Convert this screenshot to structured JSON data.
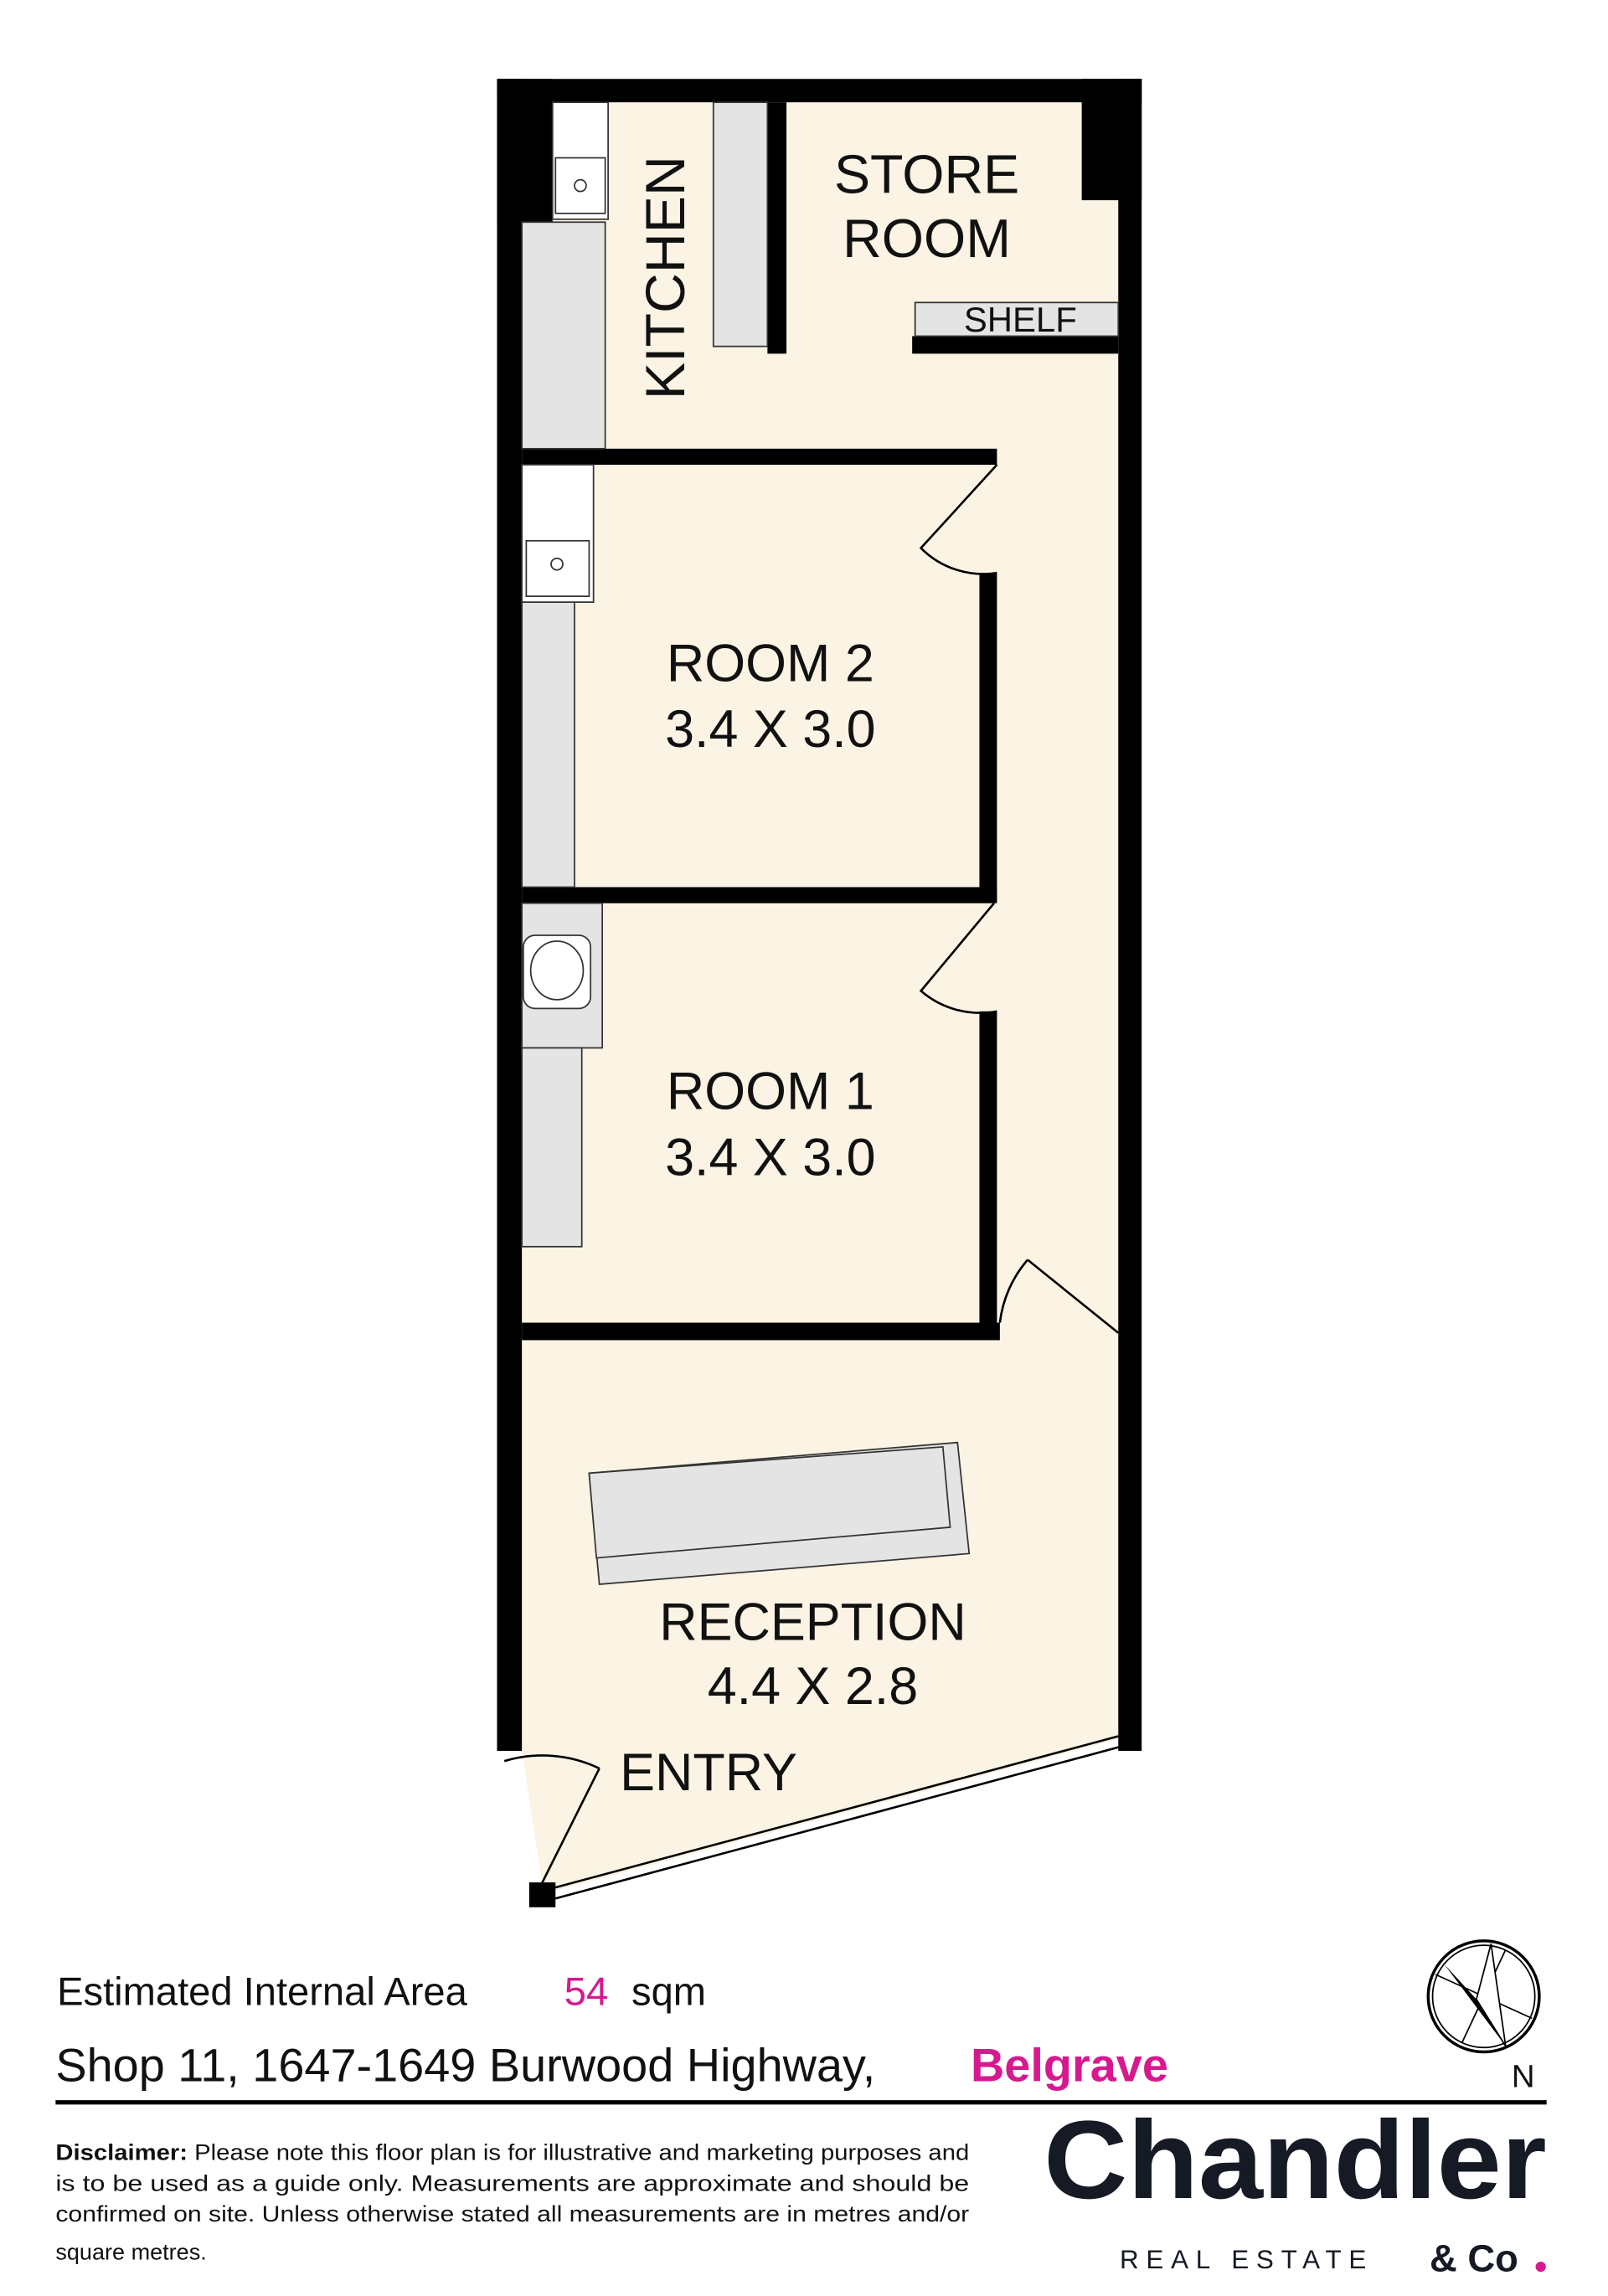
{
  "rooms": {
    "kitchen": {
      "name": "KITCHEN"
    },
    "store": {
      "line1": "STORE",
      "line2": "ROOM"
    },
    "shelf": {
      "name": "SHELF"
    },
    "room2": {
      "name": "ROOM 2",
      "dims": "3.4 X 3.0"
    },
    "room1": {
      "name": "ROOM 1",
      "dims": "3.4 X 3.0"
    },
    "reception": {
      "name": "RECEPTION",
      "dims": "4.4 X 2.8"
    },
    "entry": {
      "name": "ENTRY"
    }
  },
  "footer": {
    "area_label": "Estimated Internal Area",
    "area_value": "54",
    "area_unit": "sqm",
    "address": "Shop 11, 1647-1649 Burwood Highway,",
    "suburb": "Belgrave",
    "compass_label": "N",
    "disclaimer_title": "Disclaimer:",
    "disclaimer_lines": [
      "Please note this floor plan is for illustrative and marketing purposes and",
      "is to be used as a guide only. Measurements are approximate and should be",
      "confirmed on site.  Unless otherwise stated all measurements are in metres and/or",
      "square metres."
    ],
    "logo_name": "Chandler",
    "logo_sub": "REAL ESTATE",
    "logo_co": "& Co"
  },
  "colors": {
    "floor": "#fbf3e3",
    "wall": "#000000",
    "fixture": "#e4e4e4",
    "accent": "#d6198f"
  }
}
